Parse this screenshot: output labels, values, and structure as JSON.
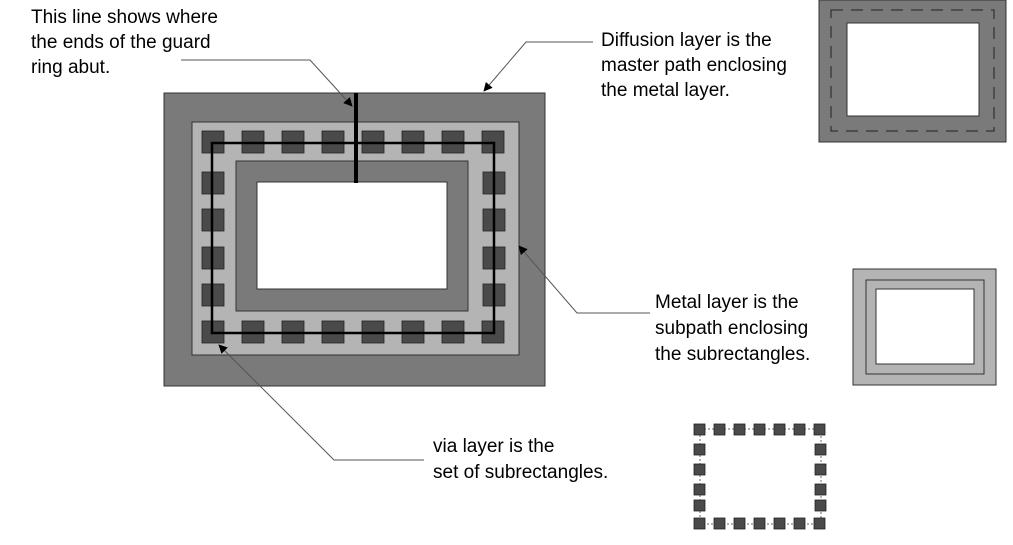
{
  "labels": {
    "guard_ring_line": [
      "This line shows where",
      "the ends of the guard",
      "ring abut."
    ],
    "diffusion_layer": [
      "Diffusion layer is the",
      "master path enclosing",
      "the metal layer."
    ],
    "metal_layer": [
      "Metal layer is the",
      "subpath enclosing",
      "the subrectangles."
    ],
    "via_layer": [
      "via layer is the",
      "set of subrectangles."
    ]
  },
  "colors": {
    "diffusion": "#7a7a7a",
    "metal": "#b4b4b4",
    "via": "#4a4a4a",
    "inner_fill": "#ffffff",
    "line": "#000000",
    "leader": "#555555"
  }
}
